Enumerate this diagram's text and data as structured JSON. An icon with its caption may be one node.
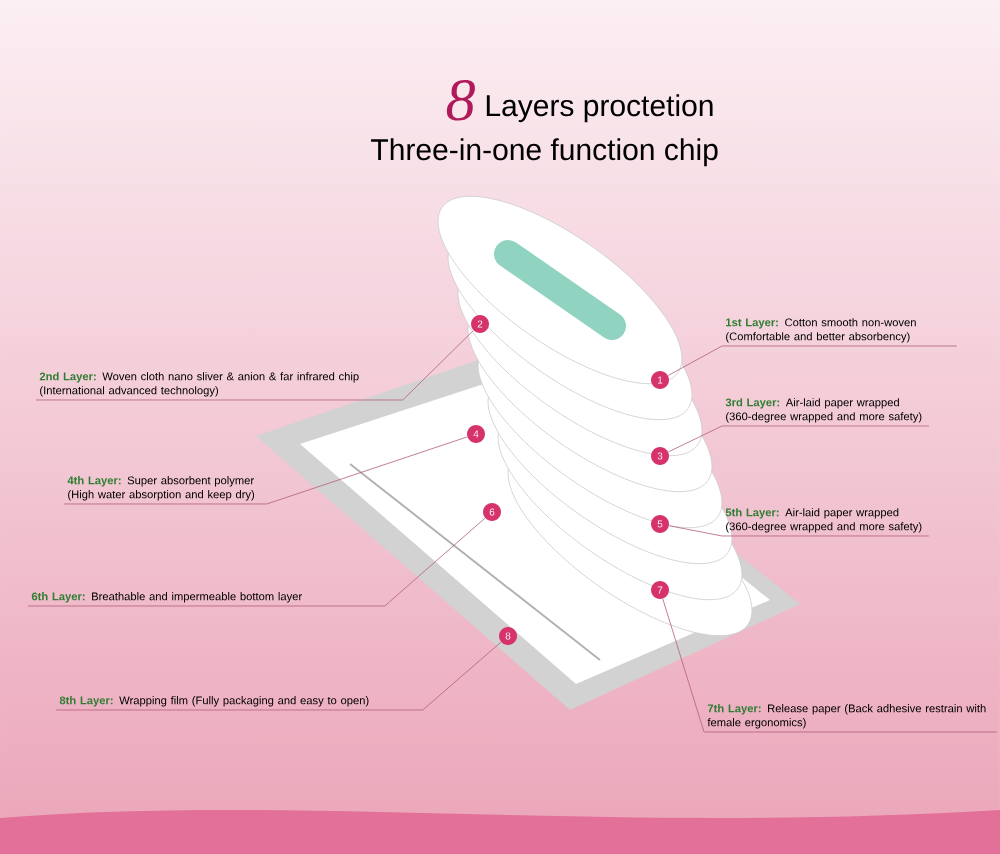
{
  "diagram": {
    "nodes": [
      {
        "text": [
          "1st Layer:",
          "Cotton smooth non-woven (Comfortable and better absorbency)"
        ]
      },
      {
        "text": [
          "2nd Layer:",
          "Woven cloth nano sliver & anion & far infrared chip (International advanced technology)"
        ]
      },
      {
        "text": [
          "3rd Layer:",
          "Air-laid paper wrapped (360-degree wrapped and more safety)"
        ]
      },
      {
        "text": [
          "4th Layer:",
          "Super absorbent polymer (High water absorption and keep dry)"
        ]
      },
      {
        "text": [
          "5th Layer:",
          "Air-laid paper wrapped (360-degree wrapped and more safety)"
        ]
      },
      {
        "text": [
          "6th Layer:",
          "Breathable and impermeable bottom layer"
        ]
      },
      {
        "text": [
          "7th Layer:",
          "Release paper (Back adhesive restrain with female ergonomics)"
        ]
      },
      {
        "text": [
          "8th Layer:",
          "Wrapping film (Fully packaging and easy to open)"
        ]
      },
      {
        "text": [
          "1"
        ]
      },
      {
        "text": [
          "2"
        ]
      },
      {
        "text": [
          "3"
        ]
      },
      {
        "text": [
          "4"
        ]
      },
      {
        "text": [
          "5"
        ]
      },
      {
        "text": [
          "6"
        ]
      },
      {
        "text": [
          "7"
        ]
      },
      {
        "text": [
          "8"
        ]
      }
    ],
    "edges": [
      {
        "from": 0,
        "to": 8,
        "arrow": "none"
      },
      {
        "from": 1,
        "to": 9,
        "arrow": "none"
      },
      {
        "from": 2,
        "to": 10,
        "arrow": "none"
      },
      {
        "from": 3,
        "to": 11,
        "arrow": "none"
      },
      {
        "from": 4,
        "to": 12,
        "arrow": "none"
      },
      {
        "from": 5,
        "to": 13,
        "arrow": "none"
      },
      {
        "from": 6,
        "to": 14,
        "arrow": "none"
      },
      {
        "from": 7,
        "to": 15,
        "arrow": "none"
      }
    ],
    "labels": [
      "8",
      "Layers proctetion",
      "Three-in-one function chip"
    ]
  }
}
